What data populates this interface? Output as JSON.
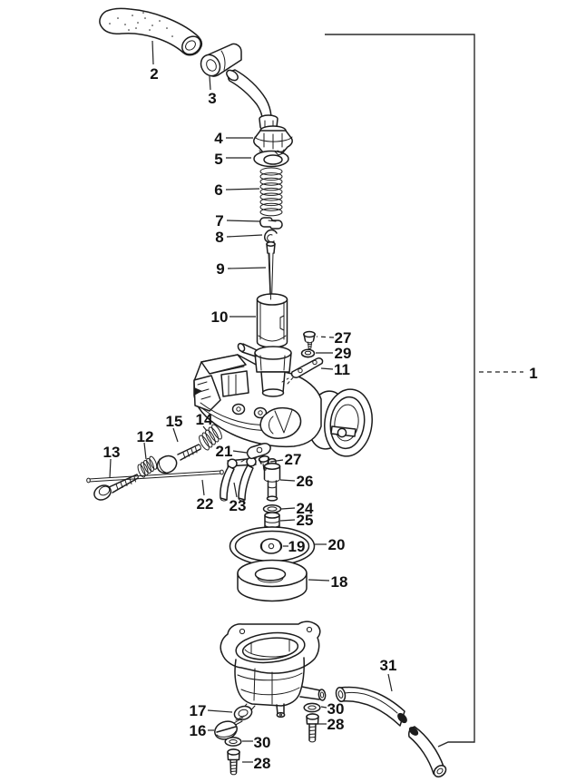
{
  "diagram": {
    "type": "exploded-parts-diagram",
    "background": "#ffffff",
    "ink_color": "#1c1c1c",
    "labels": {
      "n1": "1",
      "n2": "2",
      "n3": "3",
      "n4": "4",
      "n5": "5",
      "n6": "6",
      "n7": "7",
      "n8": "8",
      "n9": "9",
      "n10": "10",
      "n11": "11",
      "n12": "12",
      "n13": "13",
      "n14": "14",
      "n15": "15",
      "n16": "16",
      "n17": "17",
      "n18": "18",
      "n19": "19",
      "n20": "20",
      "n21": "21",
      "n22": "22",
      "n23": "23",
      "n24": "24",
      "n25": "25",
      "n26": "26",
      "n27": "27",
      "n28": "28",
      "n29": "29",
      "n30": "30",
      "n31": "31",
      "n27b": "27",
      "n28b": "28",
      "n30b": "30"
    }
  }
}
